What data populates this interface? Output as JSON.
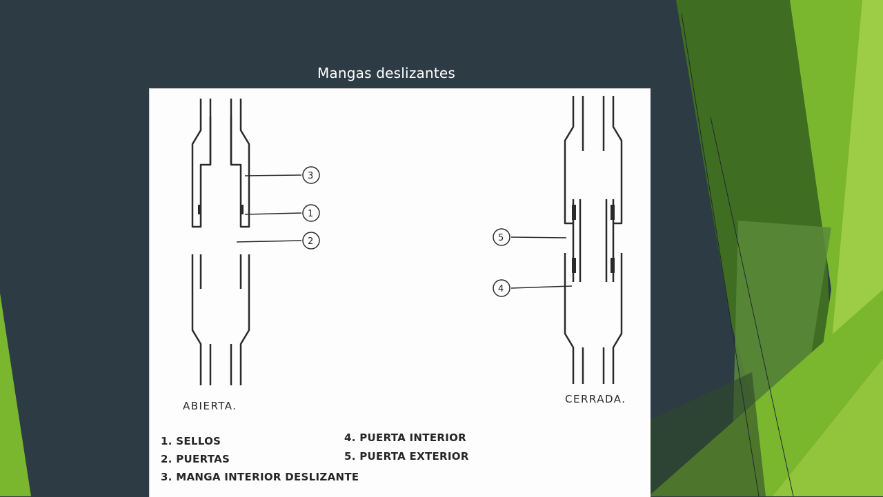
{
  "slide": {
    "title": "Mangas deslizantes"
  },
  "diagram": {
    "states": {
      "open": "ABIERTA.",
      "closed": "CERRADA."
    },
    "callouts": [
      "3",
      "1",
      "2",
      "5",
      "4"
    ],
    "legend": [
      "1. SELLOS",
      "2. PUERTAS",
      "3. MANGA INTERIOR DESLIZANTE",
      "4. PUERTA INTERIOR",
      "5. PUERTA EXTERIOR"
    ]
  },
  "theme": {
    "background": "#2c3b44",
    "accent_green": "#7ab72e",
    "dark_green": "#3f6d22",
    "light_green": "#a6d152"
  }
}
